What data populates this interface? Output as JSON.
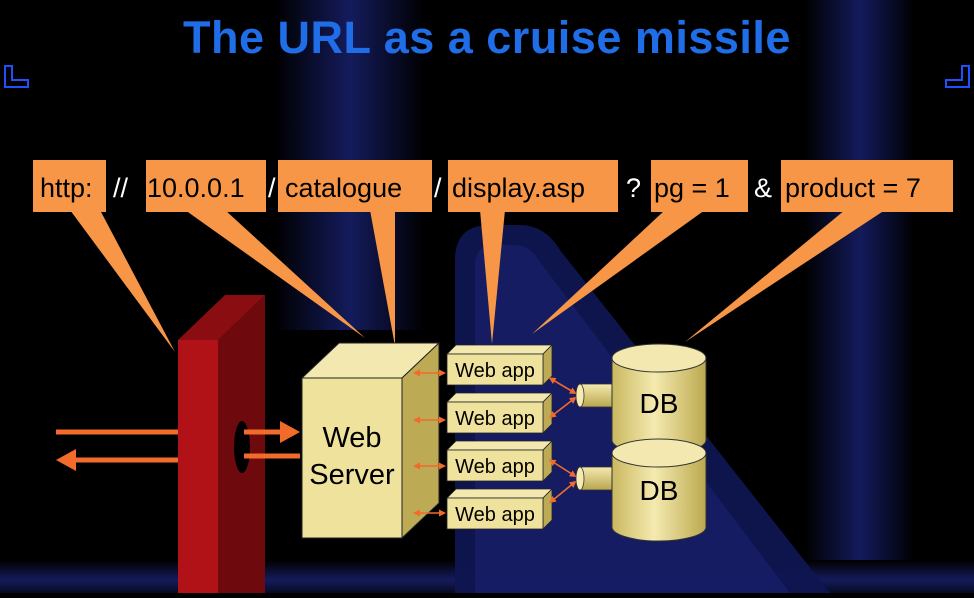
{
  "slide": {
    "title": "The URL as a cruise missile"
  },
  "url": {
    "segments": [
      "http:",
      "10.0.0.1",
      "catalogue",
      "display.asp",
      "pg = 1",
      "product = 7"
    ],
    "separators": [
      "//",
      "/",
      "/",
      "?",
      "&"
    ]
  },
  "server": {
    "line1": "Web",
    "line2": "Server"
  },
  "webapps": [
    "Web app",
    "Web app",
    "Web app",
    "Web app"
  ],
  "databases": [
    "DB",
    "DB"
  ],
  "colors": {
    "title": "#1f6ee8",
    "callout": "#f79646",
    "box": "#efe29c",
    "firewall": "#b01217",
    "arrow": "#f26b2b",
    "pipe": "#0d1244"
  }
}
